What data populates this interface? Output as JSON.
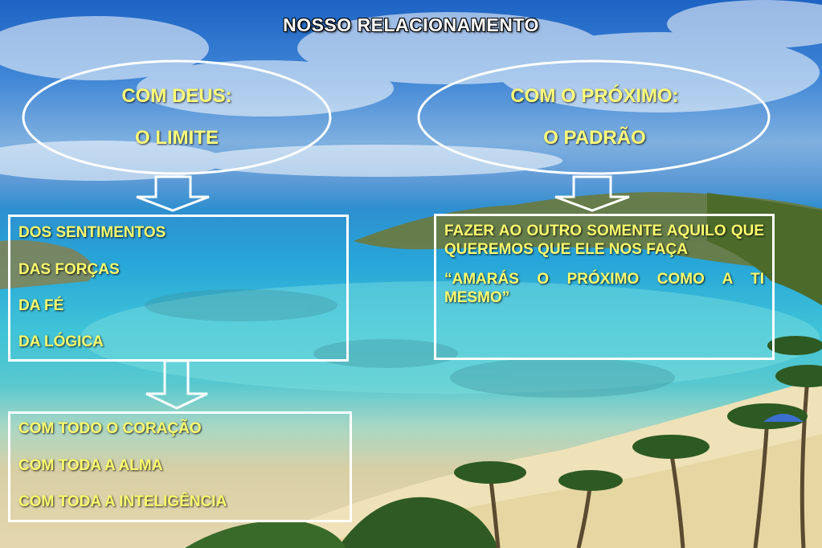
{
  "slide": {
    "title": "NOSSO RELACIONAMENTO",
    "left_ellipse": {
      "line1": "COM DEUS:",
      "line2": "O LIMITE"
    },
    "right_ellipse": {
      "line1": "COM O PRÓXIMO:",
      "line2": "O PADRÃO"
    },
    "left_box": {
      "items": [
        "DOS SENTIMENTOS",
        "DAS FORÇAS",
        "DA FÉ",
        "DA LÓGICA"
      ]
    },
    "bottom_box": {
      "items": [
        "COM TODO O CORAÇÃO",
        "COM TODA A ALMA",
        "COM TODA A INTELIGÊNCIA"
      ]
    },
    "right_box": {
      "para1": "FAZER AO OUTRO SOMENTE AQUILO QUE QUEREMOS QUE ELE NOS FAÇA",
      "para2": "“AMARÁS O PRÓXIMO COMO A TI MESMO”"
    },
    "colors": {
      "text_accent": "#ffff6e",
      "outline": "#ffffff"
    }
  }
}
